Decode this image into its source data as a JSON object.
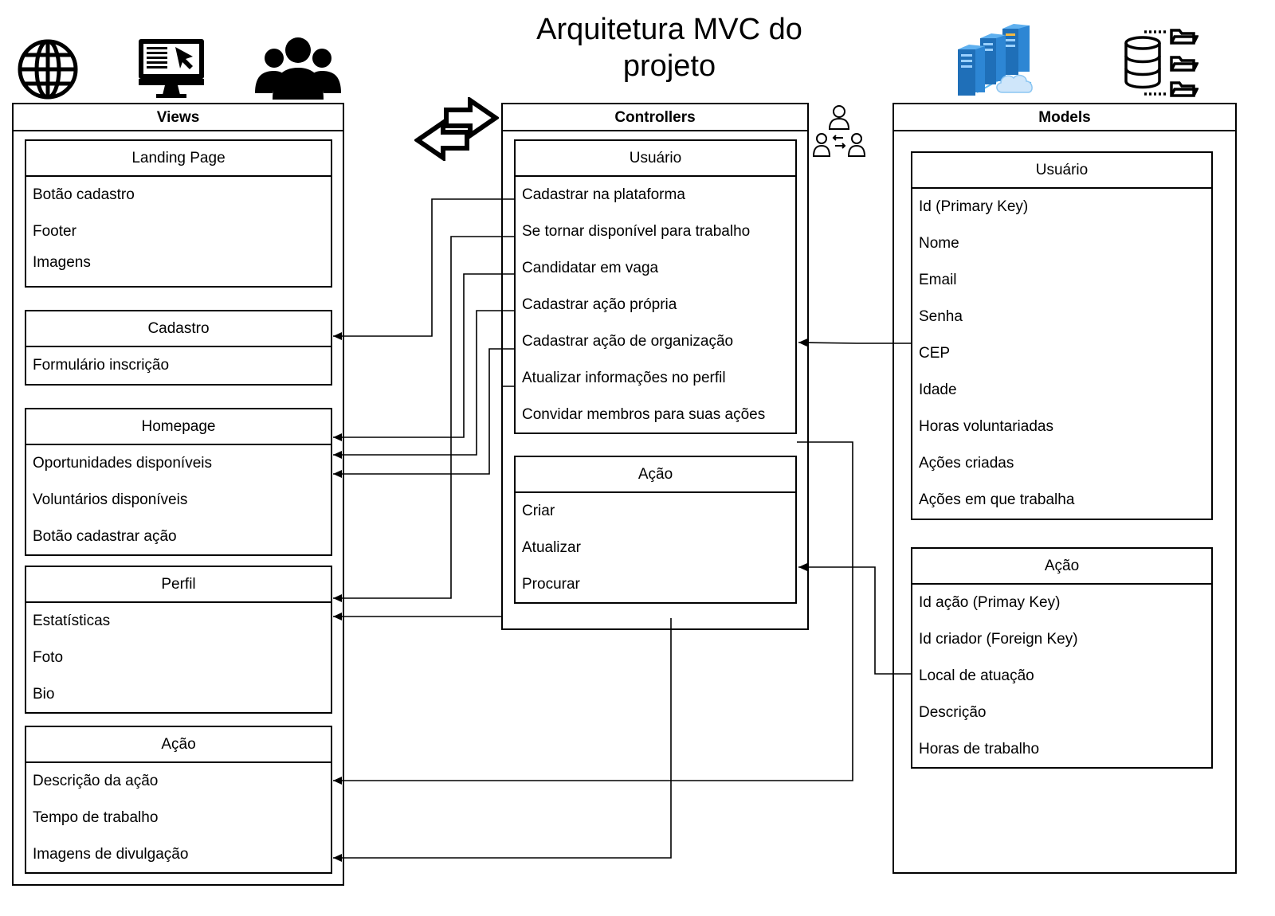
{
  "title": {
    "line1": "Arquitetura MVC do",
    "line2": "projeto"
  },
  "views": {
    "header": "Views",
    "landing": {
      "title": "Landing Page",
      "items": [
        "Botão cadastro",
        "Footer",
        "Imagens"
      ]
    },
    "cadastro": {
      "title": "Cadastro",
      "items": [
        "Formulário inscrição"
      ]
    },
    "homepage": {
      "title": "Homepage",
      "items": [
        "Oportunidades disponíveis",
        "Voluntários disponíveis",
        "Botão cadastrar ação"
      ]
    },
    "perfil": {
      "title": "Perfil",
      "items": [
        "Estatísticas",
        "Foto",
        "Bio"
      ]
    },
    "acao": {
      "title": "Ação",
      "items": [
        "Descrição da ação",
        "Tempo de trabalho",
        "Imagens de divulgação"
      ]
    }
  },
  "controllers": {
    "header": "Controllers",
    "usuario": {
      "title": "Usuário",
      "items": [
        "Cadastrar na plataforma",
        "Se tornar disponível para trabalho",
        "Candidatar em vaga",
        "Cadastrar ação própria",
        "Cadastrar ação de organização",
        "Atualizar informações no perfil",
        "Convidar membros para suas ações"
      ]
    },
    "acao": {
      "title": "Ação",
      "items": [
        "Criar",
        "Atualizar",
        "Procurar"
      ]
    }
  },
  "models": {
    "header": "Models",
    "usuario": {
      "title": "Usuário",
      "items": [
        "Id (Primary Key)",
        "Nome",
        "Email",
        "Senha",
        "CEP",
        "Idade",
        "Horas voluntariadas",
        "Ações criadas",
        "Ações em que trabalha"
      ]
    },
    "acao": {
      "title": "Ação",
      "items": [
        "Id ação (Primay Key)",
        "Id criador (Foreign Key)",
        "Local de atuação",
        "Descrição",
        "Horas de trabalho"
      ]
    }
  },
  "icons": [
    "globe-icon",
    "computer-monitor-icon",
    "users-group-icon",
    "exchange-arrows-icon",
    "user-network-icon",
    "server-cloud-icon",
    "database-folders-icon"
  ]
}
